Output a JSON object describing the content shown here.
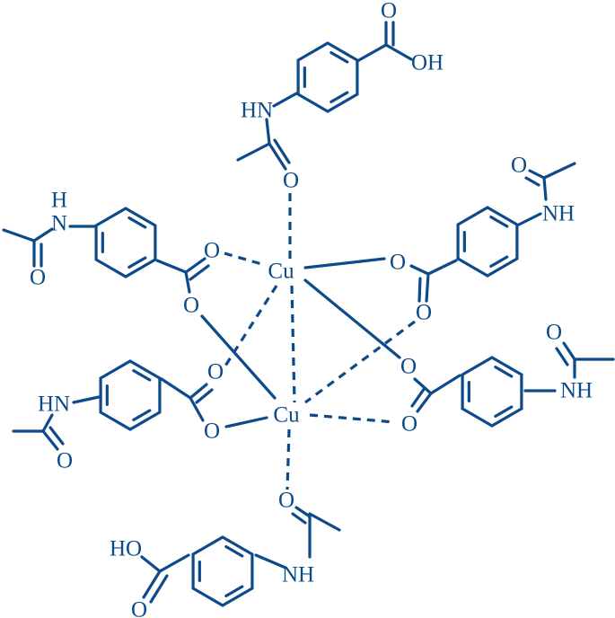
{
  "labels": {
    "cu": "Cu",
    "o": "O",
    "hn": "HN",
    "nh": "NH",
    "oh": "OH",
    "ho": "HO",
    "h": "H",
    "n": "N"
  },
  "color": "#0d4a8a"
}
